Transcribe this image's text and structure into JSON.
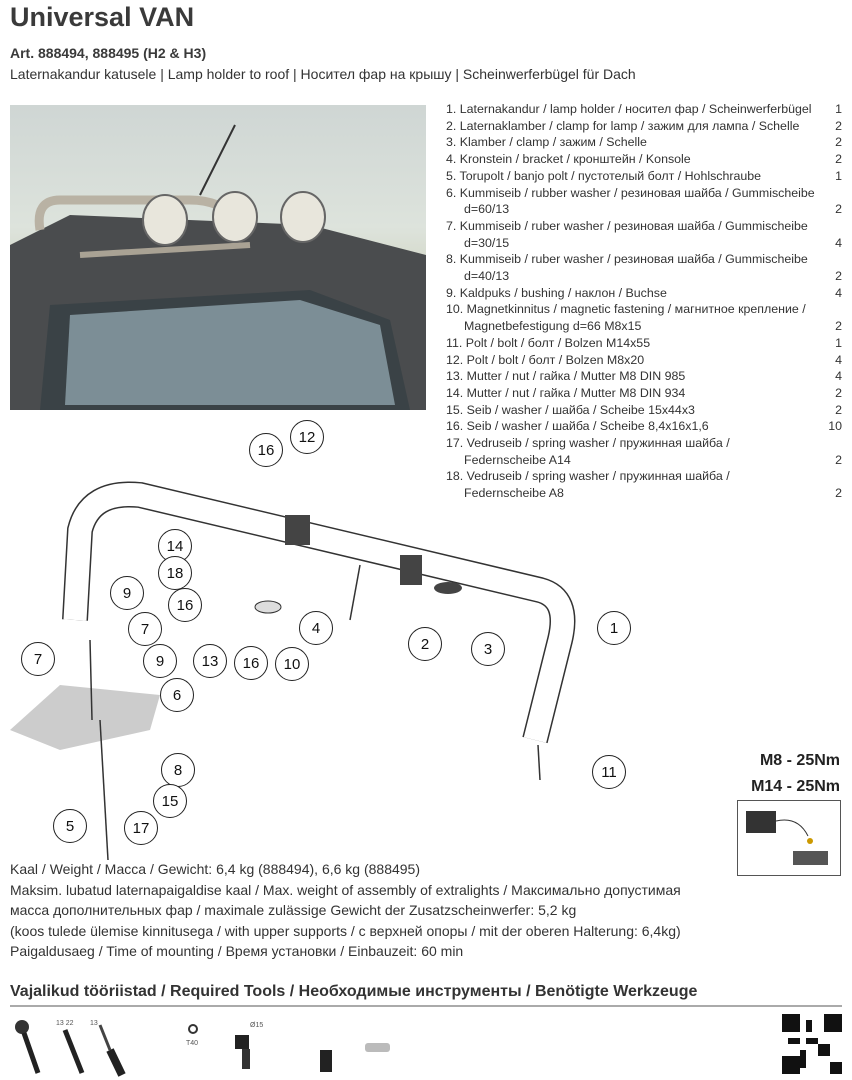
{
  "header": {
    "title": "Universal VAN",
    "article": "Art. 888494, 888495 (H2 & H3)",
    "subtitle": "Laternakandur katusele | Lamp holder to roof | Носител фар на крышу | Scheinwerferbügel für Dach"
  },
  "parts": [
    {
      "text": "1. Laternakandur / lamp holder / носител  фар / Scheinwerferbügel",
      "qty": "1"
    },
    {
      "text": "2. Laternaklamber / clamp for lamp / зажим для лампа / Schelle",
      "qty": "2"
    },
    {
      "text": "3. Klamber / clamp / зажим / Schelle",
      "qty": "2"
    },
    {
      "text": "4. Kronstein / bracket / кронштейн / Konsole",
      "qty": "2"
    },
    {
      "text": "5. Torupolt / banjo polt / пустотелый болт / Hohlschraube",
      "qty": "1"
    },
    {
      "text": "6. Kummiseib / rubber washer / резиновая шайба / Gummischeibe  d=60/13",
      "qty": "2"
    },
    {
      "text": "7. Kummiseib / ruber washer / резиновая шайба / Gummischeibe  d=30/15",
      "qty": "4"
    },
    {
      "text": "8. Kummiseib / ruber washer / резиновая шайба / Gummischeibe  d=40/13",
      "qty": "2"
    },
    {
      "text": "9. Kaldpuks / bushing / наклон / Buchse",
      "qty": "4"
    },
    {
      "text": "10. Magnetkinnitus / magnetic fastening / магнитное крепление / Magnetbefestigung d=66 M8x15",
      "qty": "2"
    },
    {
      "text": "11. Polt / bolt / болт / Bolzen M14x55",
      "qty": "1"
    },
    {
      "text": "12. Polt / bolt / болт / Bolzen M8x20",
      "qty": "4"
    },
    {
      "text": "13. Mutter / nut / гайка / Mutter  M8 DIN 985",
      "qty": "4"
    },
    {
      "text": "14. Mutter / nut / гайка / Mutter  M8 DIN 934",
      "qty": "2"
    },
    {
      "text": "15. Seib / washer / шайба / Scheibe 15x44x3",
      "qty": "2"
    },
    {
      "text": "16. Seib / washer / шайба / Scheibe 8,4x16x1,6",
      "qty": "10"
    },
    {
      "text": "17. Vedruseib / spring washer / пружинная шайба / Federnscheibe A14",
      "qty": "2"
    },
    {
      "text": "18. Vedruseib / spring washer / пружинная шайба / Federnscheibe A8",
      "qty": "2"
    }
  ],
  "diagram": {
    "callouts": [
      "16",
      "12",
      "14",
      "18",
      "16",
      "9",
      "7",
      "7",
      "9",
      "6",
      "4",
      "2",
      "3",
      "1",
      "13",
      "16",
      "10",
      "8",
      "15",
      "5",
      "17",
      "11"
    ]
  },
  "torque": {
    "m8": "M8 - 25Nm",
    "m14": "M14 - 25Nm"
  },
  "info": [
    "Kaal / Weight / Масса / Gewicht: 6,4 kg (888494), 6,6 kg (888495)",
    "Maksim. lubatud laternapaigaldise kaal / Max. weight of assembly of extralights / Максимально допустимая",
    "масса дополнительных фар / maximale zulässige Gewicht der Zusatzscheinwerfer: 5,2 kg",
    "(koos tulede ülemise kinnitusega / with upper supports / с верхней опоры / mit der oberen Halterung: 6,4kg)",
    "Paigaldusaeg / Time of mounting / Время установки / Einbauzeit: 60 min"
  ],
  "tools": {
    "heading": "Vajalikud tööriistad / Required Tools /  Необходимые инструменты / Benötigte Werkzeuge",
    "labels": {
      "socket": "13 22",
      "wrench": "13",
      "torx": "T40",
      "drill": "Ø15"
    }
  }
}
